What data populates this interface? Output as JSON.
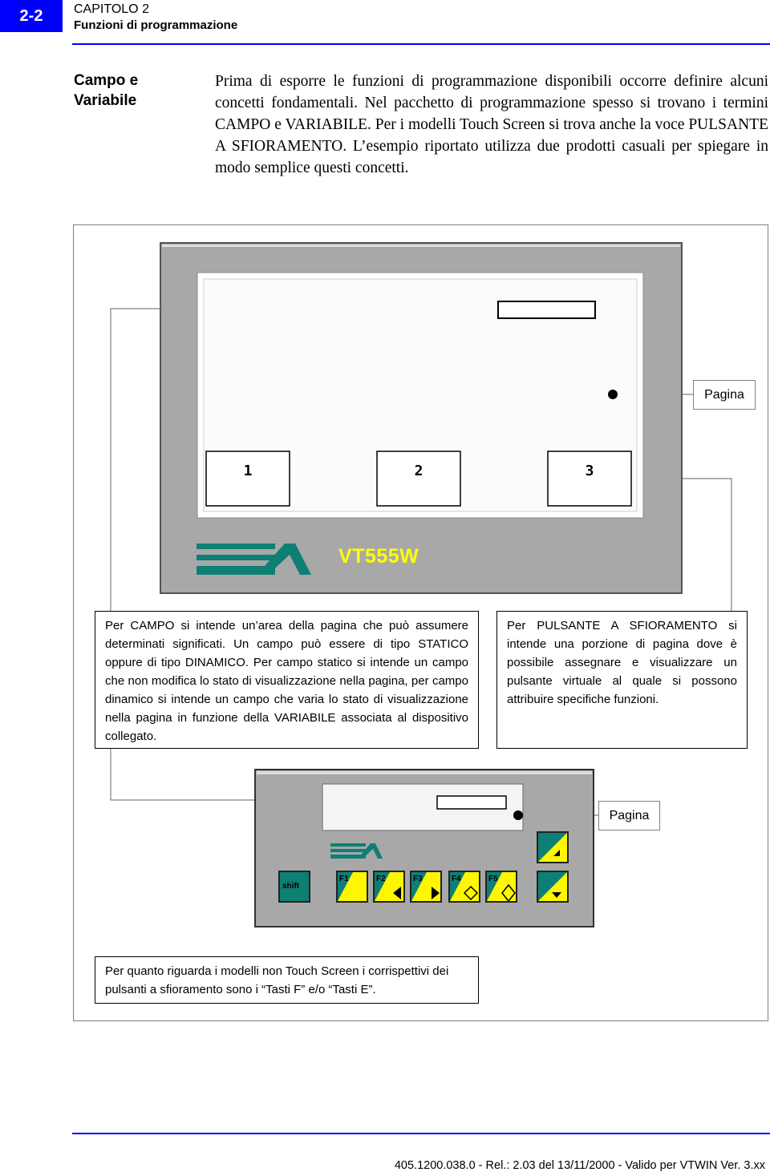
{
  "header": {
    "page_number": "2-2",
    "chapter": "CAPITOLO 2",
    "chapter_title": "Funzioni di programmazione"
  },
  "section": {
    "side_title": "Campo e Variabile",
    "intro": "Prima di esporre le funzioni di programmazione disponibili occorre definire alcuni concetti fondamentali. Nel pacchetto di programmazione spesso si trovano i termini CAMPO e VARIABILE. Per i modelli Touch Screen si trova anche la voce PULSANTE A SFIORAMENTO. L’esempio riportato utilizza due prodotti casuali per spiegare in modo semplice questi concetti."
  },
  "figure": {
    "touch_panel": {
      "model": "VT555W",
      "buttons": [
        "1",
        "2",
        "3"
      ],
      "page_label": "Pagina"
    },
    "campo_text": "Per CAMPO si intende un’area della pagina che può assumere determinati significati. Un campo può essere di tipo STATICO oppure di tipo DINAMICO. Per campo statico si intende un campo che non modifica lo stato di visualizzazione nella pagina, per campo dinamico si intende un campo che varia lo stato di visualizzazione nella pagina in funzione della VARIABILE associata al dispositivo collegato.",
    "pulsante_text": "Per PULSANTE A SFIORAMENTO si intende una porzione di pagina dove è possibile assegnare e visualizzare un pulsante virtuale al quale si possono attribuire specifiche funzioni.",
    "keypad_panel": {
      "page_label": "Pagina",
      "keys": [
        "shift",
        "F1",
        "F2",
        "F3",
        "F4",
        "F5"
      ]
    },
    "note_text": "Per quanto riguarda i modelli non Touch Screen i corrispettivi dei pulsanti a sfioramento sono i “Tasti F” e/o “Tasti E”."
  },
  "footer": {
    "text": "405.1200.038.0 - Rel.: 2.03 del 13/11/2000 - Valido per VTWIN Ver. 3.xx"
  },
  "colors": {
    "accent": "#0000ff",
    "panel_gray": "#a8a8a8",
    "esa_green": "#0e7f74",
    "key_yellow": "#fff700",
    "model_yellow": "#ffff00"
  }
}
